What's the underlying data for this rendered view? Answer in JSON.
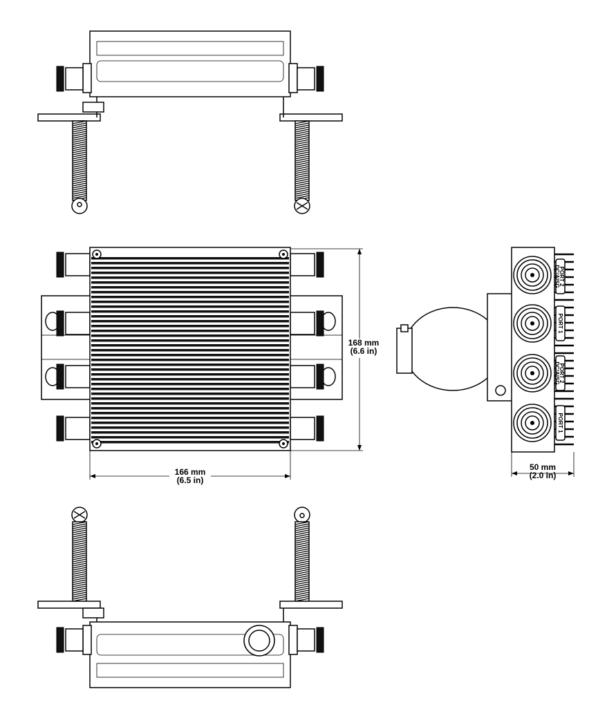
{
  "drawing": {
    "title": "Enclosure dimensional drawing",
    "dimensions": {
      "height": {
        "metric": "168 mm",
        "imperial": "(6.6 in)"
      },
      "width": {
        "metric": "166 mm",
        "imperial": "(6.5 in)"
      },
      "depth": {
        "metric": "50 mm",
        "imperial": "(2.0 in)"
      }
    },
    "port_labels": [
      {
        "line1": "PORT 2",
        "line2": "DC/AISG"
      },
      {
        "line1": "PORT 1",
        "line2": ""
      },
      {
        "line1": "PORT 2",
        "line2": "DC/AISG"
      },
      {
        "line1": "PORT 1",
        "line2": ""
      }
    ],
    "colors": {
      "line": "#000000",
      "background": "#ffffff"
    }
  }
}
